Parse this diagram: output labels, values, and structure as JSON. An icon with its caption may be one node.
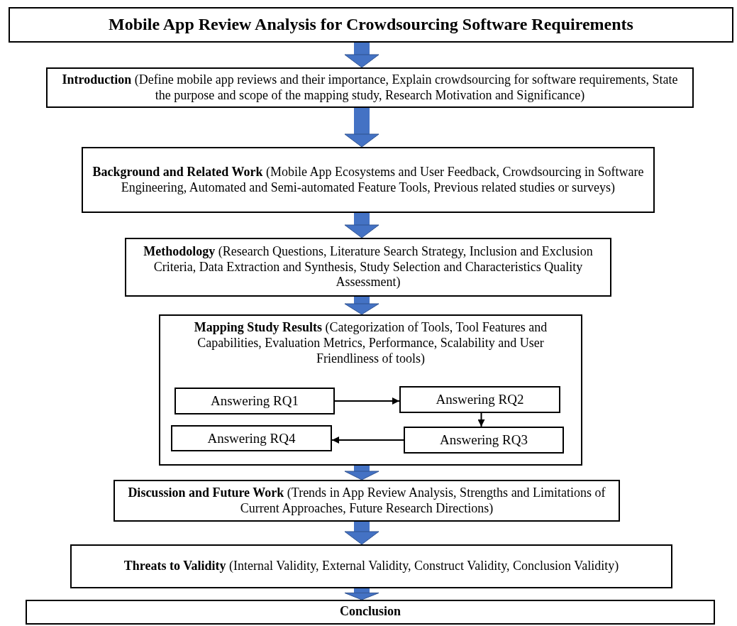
{
  "diagram": {
    "nodes": [
      {
        "text": [
          "Mobile App Review Analysis for Crowdsourcing Software Requirements"
        ]
      },
      {
        "text": [
          "**Introduction** (Define mobile app reviews and their importance, Explain crowdsourcing for software requirements, State the purpose and scope of the mapping study, Research Motivation and Significance)"
        ]
      },
      {
        "text": [
          "**Background and Related Work** (Mobile App Ecosystems and User Feedback, Crowdsourcing in Software Engineering, Automated and Semi-automated Feature Tools, Previous related studies or surveys)"
        ]
      },
      {
        "text": [
          "**Methodology** (Research Questions, Literature Search Strategy, Inclusion and Exclusion Criteria, Data Extraction and Synthesis, Study Selection and Characteristics Quality Assessment)"
        ]
      },
      {
        "text": [
          "**Mapping Study Results** (Categorization of Tools, Tool Features and Capabilities, Evaluation Metrics, Performance, Scalability and User Friendliness of tools)"
        ]
      },
      {
        "text": [
          "Answering RQ1"
        ],
        "in": 4
      },
      {
        "text": [
          "Answering RQ2"
        ],
        "in": 4
      },
      {
        "text": [
          "Answering RQ4"
        ],
        "in": 4
      },
      {
        "text": [
          "Answering RQ3"
        ],
        "in": 4
      },
      {
        "text": [
          "**Discussion and Future Work** (Trends in App Review Analysis, Strengths and Limitations of Current Approaches, Future Research Directions)"
        ]
      },
      {
        "text": [
          "**Threats to Validity** (Internal Validity, External Validity, Construct Validity, Conclusion Validity)"
        ]
      },
      {
        "text": [
          "Conclusion"
        ]
      }
    ],
    "edges": [
      {
        "from": 0,
        "to": 1,
        "arrow": "to"
      },
      {
        "from": 1,
        "to": 2,
        "arrow": "to"
      },
      {
        "from": 2,
        "to": 3,
        "arrow": "to"
      },
      {
        "from": 3,
        "to": 4,
        "arrow": "to"
      },
      {
        "from": 5,
        "to": 6,
        "arrow": "to",
        "color": "#000000"
      },
      {
        "from": 6,
        "to": 8,
        "arrow": "to",
        "color": "#000000"
      },
      {
        "from": 8,
        "to": 7,
        "arrow": "to",
        "color": "#000000"
      },
      {
        "from": 4,
        "to": 9,
        "arrow": "to"
      },
      {
        "from": 9,
        "to": 10,
        "arrow": "to"
      },
      {
        "from": 10,
        "to": 11,
        "arrow": "to"
      }
    ]
  }
}
